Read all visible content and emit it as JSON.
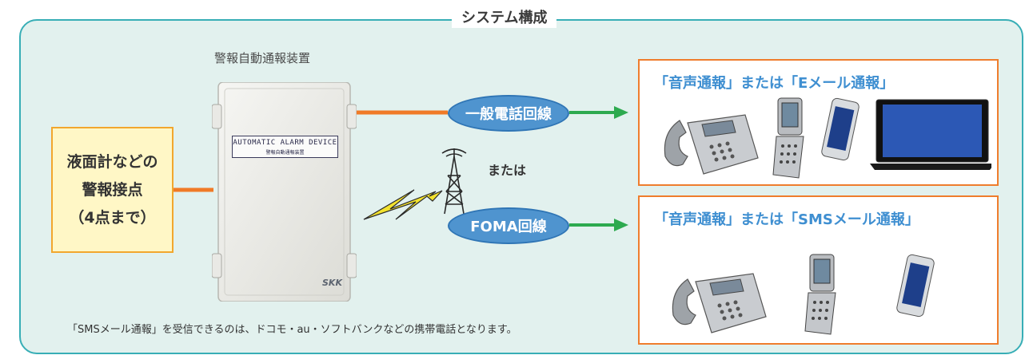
{
  "diagram": {
    "title": "システム構成",
    "device": {
      "caption": "警報自動通報装置",
      "plate_en": "AUTOMATIC ALARM DEVICE",
      "plate_jp": "警報自動通報装置",
      "brand": "SKK"
    },
    "contact": {
      "lines": [
        "液面計などの",
        "警報接点",
        "（4点まで）"
      ]
    },
    "lines": {
      "phone_line": "一般電話回線",
      "or": "または",
      "foma_line": "FOMA回線"
    },
    "panels": {
      "top_title": "「音声通報」または「Eメール通報」",
      "bottom_title": "「音声通報」または「SMSメール通報」"
    },
    "footnote": "「SMSメール通報」を受信できるのは、ドコモ・au・ソフトバンクなどの携帯電話となります。",
    "colors": {
      "frame_border": "#38aeb6",
      "frame_fill": "#e2f1ee",
      "contact_fill": "#fff7c6",
      "contact_border": "#f2a72d",
      "wire": "#f07a27",
      "line_bubble": "#4f94cf",
      "arrow": "#2daa4f",
      "panel_border": "#ef7d2d",
      "panel_title": "#3f8fd1",
      "lightning": "#f2e22e"
    }
  }
}
